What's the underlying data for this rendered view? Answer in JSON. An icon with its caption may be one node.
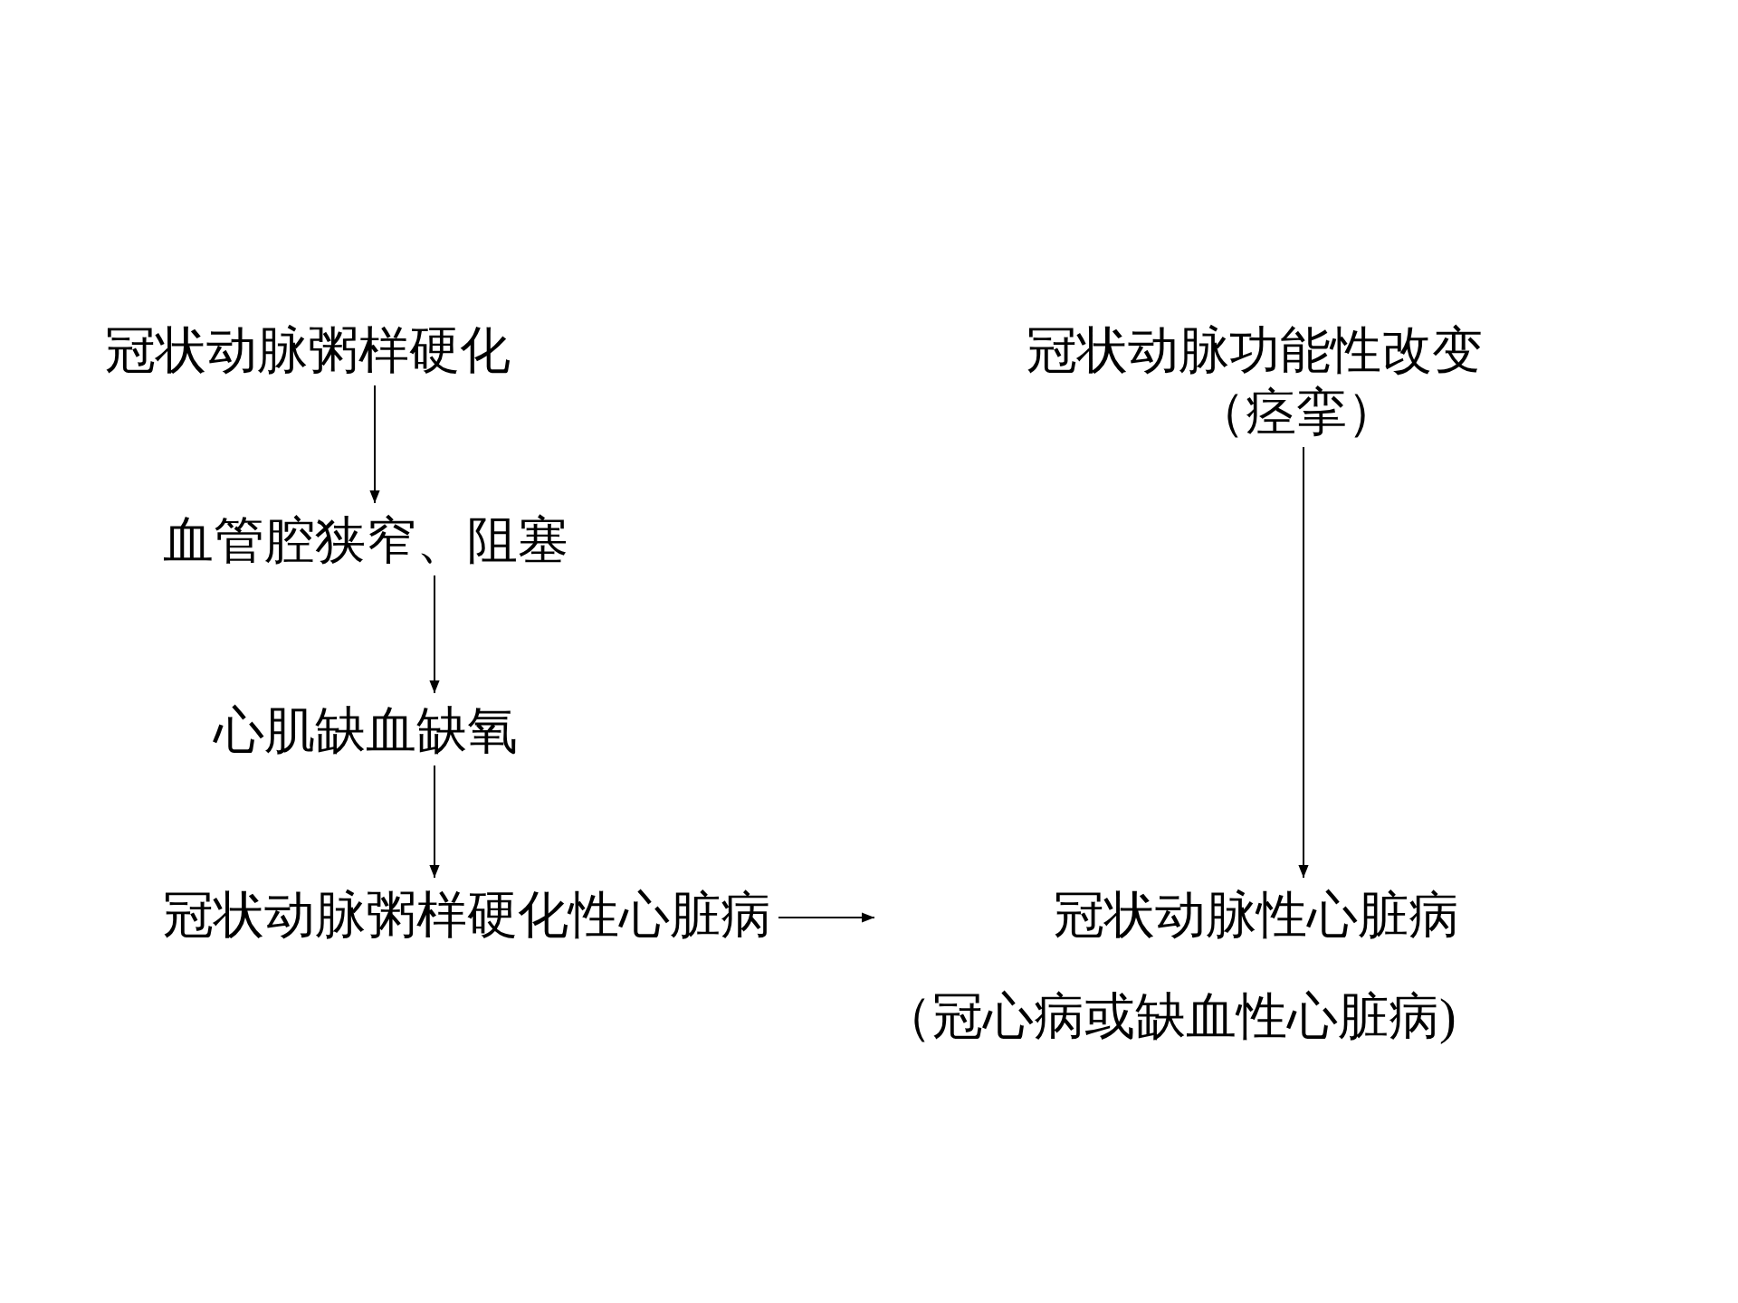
{
  "diagram": {
    "nodes": [
      {
        "text": [
          "冠状动脉粥样硬化"
        ]
      },
      {
        "text": [
          "冠状动脉功能性改变",
          "（痉挛）"
        ]
      },
      {
        "text": [
          "血管腔狭窄、阻塞"
        ]
      },
      {
        "text": [
          "心肌缺血缺氧"
        ]
      },
      {
        "text": [
          "冠状动脉粥样硬化性心脏病"
        ]
      },
      {
        "text": [
          "冠状动脉性心脏病",
          "（冠心病或缺血性心脏病)"
        ]
      }
    ],
    "edges": [
      {
        "from": 0,
        "to": 2,
        "arrow": "to"
      },
      {
        "from": 2,
        "to": 3,
        "arrow": "to"
      },
      {
        "from": 3,
        "to": 4,
        "arrow": "to"
      },
      {
        "from": 4,
        "to": 5,
        "arrow": "to"
      },
      {
        "from": 1,
        "to": 5,
        "arrow": "to"
      }
    ]
  }
}
